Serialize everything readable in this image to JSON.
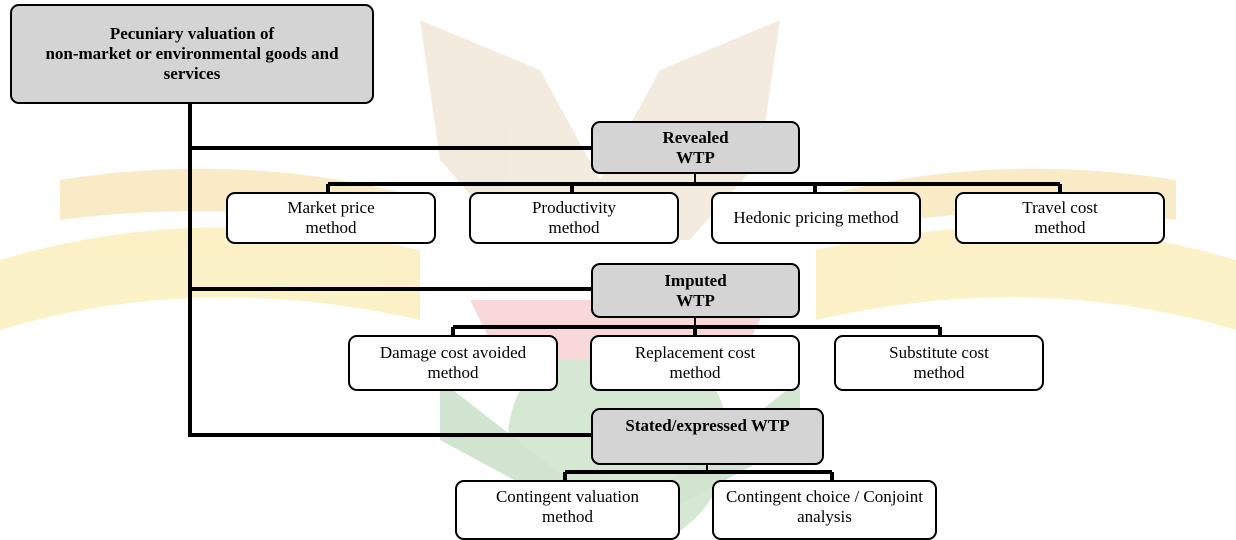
{
  "diagram": {
    "root": "Pecuniary valuation of\nnon-market or environmental goods and\nservices",
    "revealed": {
      "title": "Revealed\nWTP",
      "methods": [
        "Market price\nmethod",
        "Productivity\nmethod",
        "Hedonic pricing method",
        "Travel cost\nmethod"
      ]
    },
    "imputed": {
      "title": "Imputed\nWTP",
      "methods": [
        "Damage cost avoided\nmethod",
        "Replacement cost\nmethod",
        "Substitute cost\nmethod"
      ]
    },
    "stated": {
      "title": "Stated/expressed WTP",
      "methods": [
        "Contingent valuation\nmethod",
        "Contingent choice / Conjoint\nanalysis"
      ]
    }
  },
  "colors": {
    "category_fill": "#d4d4d4",
    "method_fill": "#ffffff",
    "line": "#000000"
  }
}
